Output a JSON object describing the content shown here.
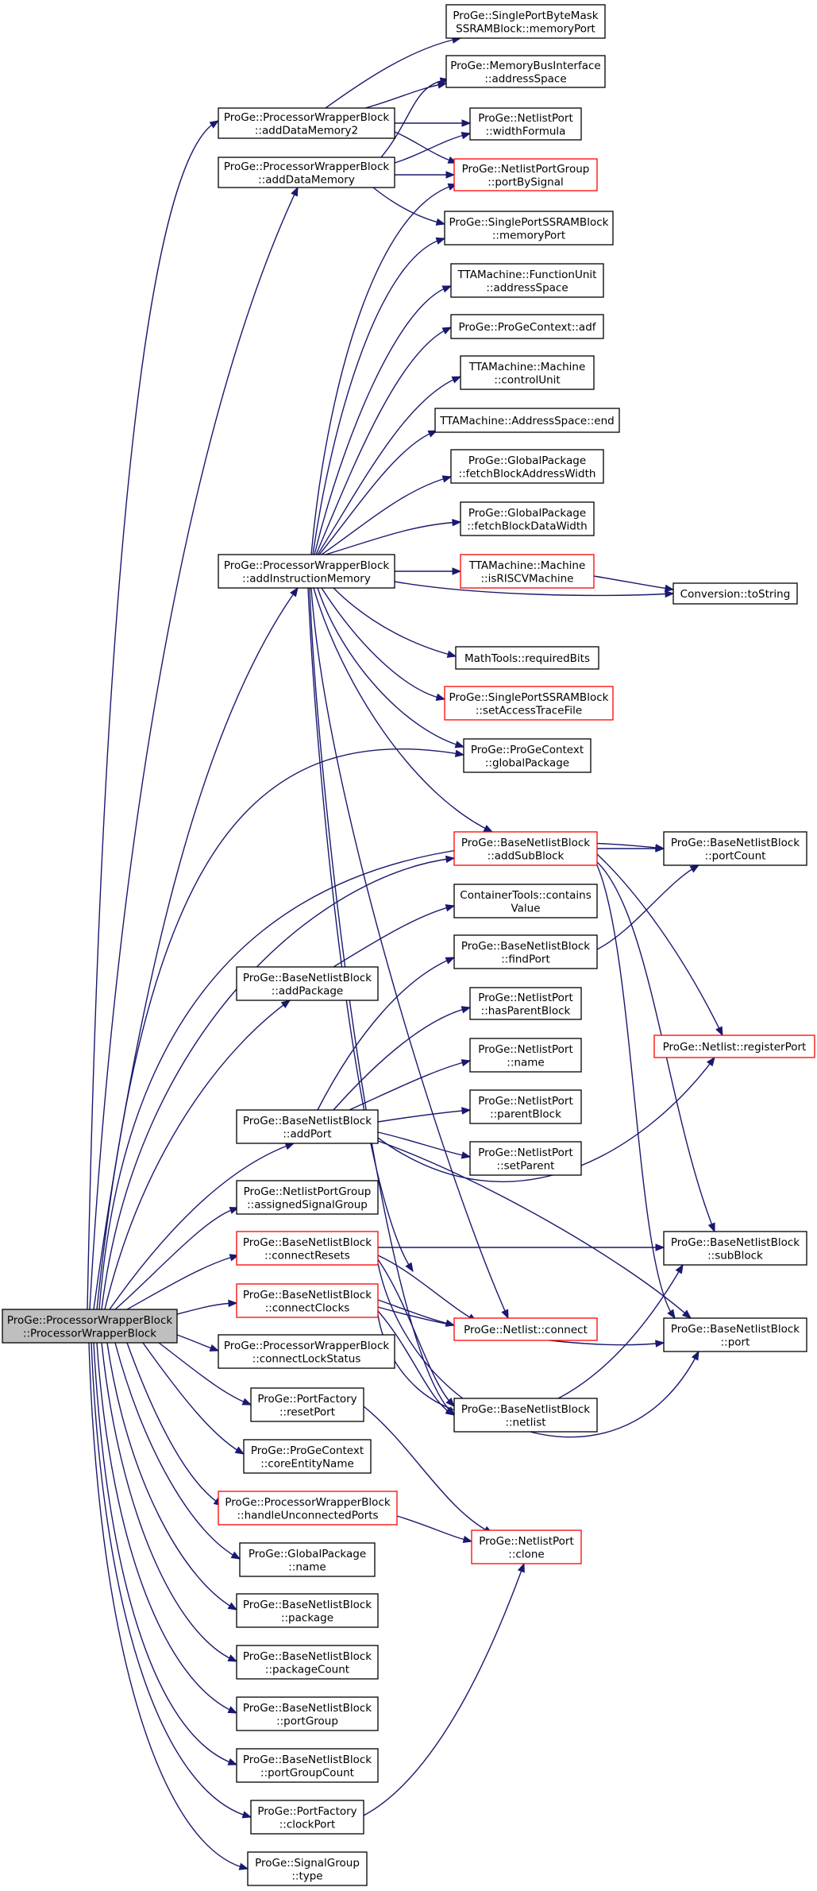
{
  "nodes": [
    {
      "id": "root",
      "lines": [
        "ProGe::ProcessorWrapperBlock",
        "::ProcessorWrapperBlock"
      ],
      "variant": "root"
    },
    {
      "id": "addDataMemory2",
      "lines": [
        "ProGe::ProcessorWrapperBlock",
        "::addDataMemory2"
      ]
    },
    {
      "id": "addDataMemory",
      "lines": [
        "ProGe::ProcessorWrapperBlock",
        "::addDataMemory"
      ]
    },
    {
      "id": "addInstructionMemory",
      "lines": [
        "ProGe::ProcessorWrapperBlock",
        "::addInstructionMemory"
      ]
    },
    {
      "id": "addPackage",
      "lines": [
        "ProGe::BaseNetlistBlock",
        "::addPackage"
      ]
    },
    {
      "id": "addPort",
      "lines": [
        "ProGe::BaseNetlistBlock",
        "::addPort"
      ]
    },
    {
      "id": "assignedSignalGroup",
      "lines": [
        "ProGe::NetlistPortGroup",
        "::assignedSignalGroup"
      ]
    },
    {
      "id": "connectResets",
      "lines": [
        "ProGe::BaseNetlistBlock",
        "::connectResets"
      ],
      "variant": "red"
    },
    {
      "id": "connectClocks",
      "lines": [
        "ProGe::BaseNetlistBlock",
        "::connectClocks"
      ],
      "variant": "red"
    },
    {
      "id": "connectLockStatus",
      "lines": [
        "ProGe::ProcessorWrapperBlock",
        "::connectLockStatus"
      ]
    },
    {
      "id": "resetPort",
      "lines": [
        "ProGe::PortFactory",
        "::resetPort"
      ]
    },
    {
      "id": "coreEntityName",
      "lines": [
        "ProGe::ProGeContext",
        "::coreEntityName"
      ]
    },
    {
      "id": "handleUnconnectedPorts",
      "lines": [
        "ProGe::ProcessorWrapperBlock",
        "::handleUnconnectedPorts"
      ],
      "variant": "red"
    },
    {
      "id": "gpName",
      "lines": [
        "ProGe::GlobalPackage",
        "::name"
      ]
    },
    {
      "id": "package",
      "lines": [
        "ProGe::BaseNetlistBlock",
        "::package"
      ]
    },
    {
      "id": "packageCount",
      "lines": [
        "ProGe::BaseNetlistBlock",
        "::packageCount"
      ]
    },
    {
      "id": "portGroup",
      "lines": [
        "ProGe::BaseNetlistBlock",
        "::portGroup"
      ]
    },
    {
      "id": "portGroupCount",
      "lines": [
        "ProGe::BaseNetlistBlock",
        "::portGroupCount"
      ]
    },
    {
      "id": "clockPort",
      "lines": [
        "ProGe::PortFactory",
        "::clockPort"
      ]
    },
    {
      "id": "sgType",
      "lines": [
        "ProGe::SignalGroup",
        "::type"
      ]
    },
    {
      "id": "byteMaskMemoryPort",
      "lines": [
        "ProGe::SinglePortByteMask",
        "SSRAMBlock::memoryPort"
      ]
    },
    {
      "id": "addressSpaceMBI",
      "lines": [
        "ProGe::MemoryBusInterface",
        "::addressSpace"
      ]
    },
    {
      "id": "widthFormula",
      "lines": [
        "ProGe::NetlistPort",
        "::widthFormula"
      ]
    },
    {
      "id": "portBySignal",
      "lines": [
        "ProGe::NetlistPortGroup",
        "::portBySignal"
      ],
      "variant": "red"
    },
    {
      "id": "ssramMemoryPort",
      "lines": [
        "ProGe::SinglePortSSRAMBlock",
        "::memoryPort"
      ]
    },
    {
      "id": "fuAddressSpace",
      "lines": [
        "TTAMachine::FunctionUnit",
        "::addressSpace"
      ]
    },
    {
      "id": "adf",
      "lines": [
        "ProGe::ProGeContext::adf"
      ]
    },
    {
      "id": "controlUnit",
      "lines": [
        "TTAMachine::Machine",
        "::controlUnit"
      ]
    },
    {
      "id": "asEnd",
      "lines": [
        "TTAMachine::AddressSpace::end"
      ]
    },
    {
      "id": "fetchBlockAddressWidth",
      "lines": [
        "ProGe::GlobalPackage",
        "::fetchBlockAddressWidth"
      ]
    },
    {
      "id": "fetchBlockDataWidth",
      "lines": [
        "ProGe::GlobalPackage",
        "::fetchBlockDataWidth"
      ]
    },
    {
      "id": "isRISCVMachine",
      "lines": [
        "TTAMachine::Machine",
        "::isRISCVMachine"
      ],
      "variant": "red"
    },
    {
      "id": "toString",
      "lines": [
        "Conversion::toString"
      ]
    },
    {
      "id": "requiredBits",
      "lines": [
        "MathTools::requiredBits"
      ]
    },
    {
      "id": "setAccessTraceFile",
      "lines": [
        "ProGe::SinglePortSSRAMBlock",
        "::setAccessTraceFile"
      ],
      "variant": "red"
    },
    {
      "id": "globalPackage",
      "lines": [
        "ProGe::ProGeContext",
        "::globalPackage"
      ]
    },
    {
      "id": "addSubBlock",
      "lines": [
        "ProGe::BaseNetlistBlock",
        "::addSubBlock"
      ],
      "variant": "red"
    },
    {
      "id": "portCount",
      "lines": [
        "ProGe::BaseNetlistBlock",
        "::portCount"
      ]
    },
    {
      "id": "containsValue",
      "lines": [
        "ContainerTools::contains",
        "Value"
      ]
    },
    {
      "id": "findPort",
      "lines": [
        "ProGe::BaseNetlistBlock",
        "::findPort"
      ]
    },
    {
      "id": "hasParentBlock",
      "lines": [
        "ProGe::NetlistPort",
        "::hasParentBlock"
      ]
    },
    {
      "id": "npName",
      "lines": [
        "ProGe::NetlistPort",
        "::name"
      ]
    },
    {
      "id": "parentBlock",
      "lines": [
        "ProGe::NetlistPort",
        "::parentBlock"
      ]
    },
    {
      "id": "setParent",
      "lines": [
        "ProGe::NetlistPort",
        "::setParent"
      ]
    },
    {
      "id": "registerPort",
      "lines": [
        "ProGe::Netlist::registerPort"
      ],
      "variant": "red"
    },
    {
      "id": "subBlock",
      "lines": [
        "ProGe::BaseNetlistBlock",
        "::subBlock"
      ]
    },
    {
      "id": "connect",
      "lines": [
        "ProGe::Netlist::connect"
      ],
      "variant": "red"
    },
    {
      "id": "bnbPort",
      "lines": [
        "ProGe::BaseNetlistBlock",
        "::port"
      ]
    },
    {
      "id": "netlist",
      "lines": [
        "ProGe::BaseNetlistBlock",
        "::netlist"
      ]
    },
    {
      "id": "clone",
      "lines": [
        "ProGe::NetlistPort",
        "::clone"
      ],
      "variant": "red"
    }
  ],
  "colors": {
    "edge": "#191970",
    "node_border": "#000000",
    "node_border_red": "#ff0000",
    "root_fill": "#bfbfbf"
  }
}
